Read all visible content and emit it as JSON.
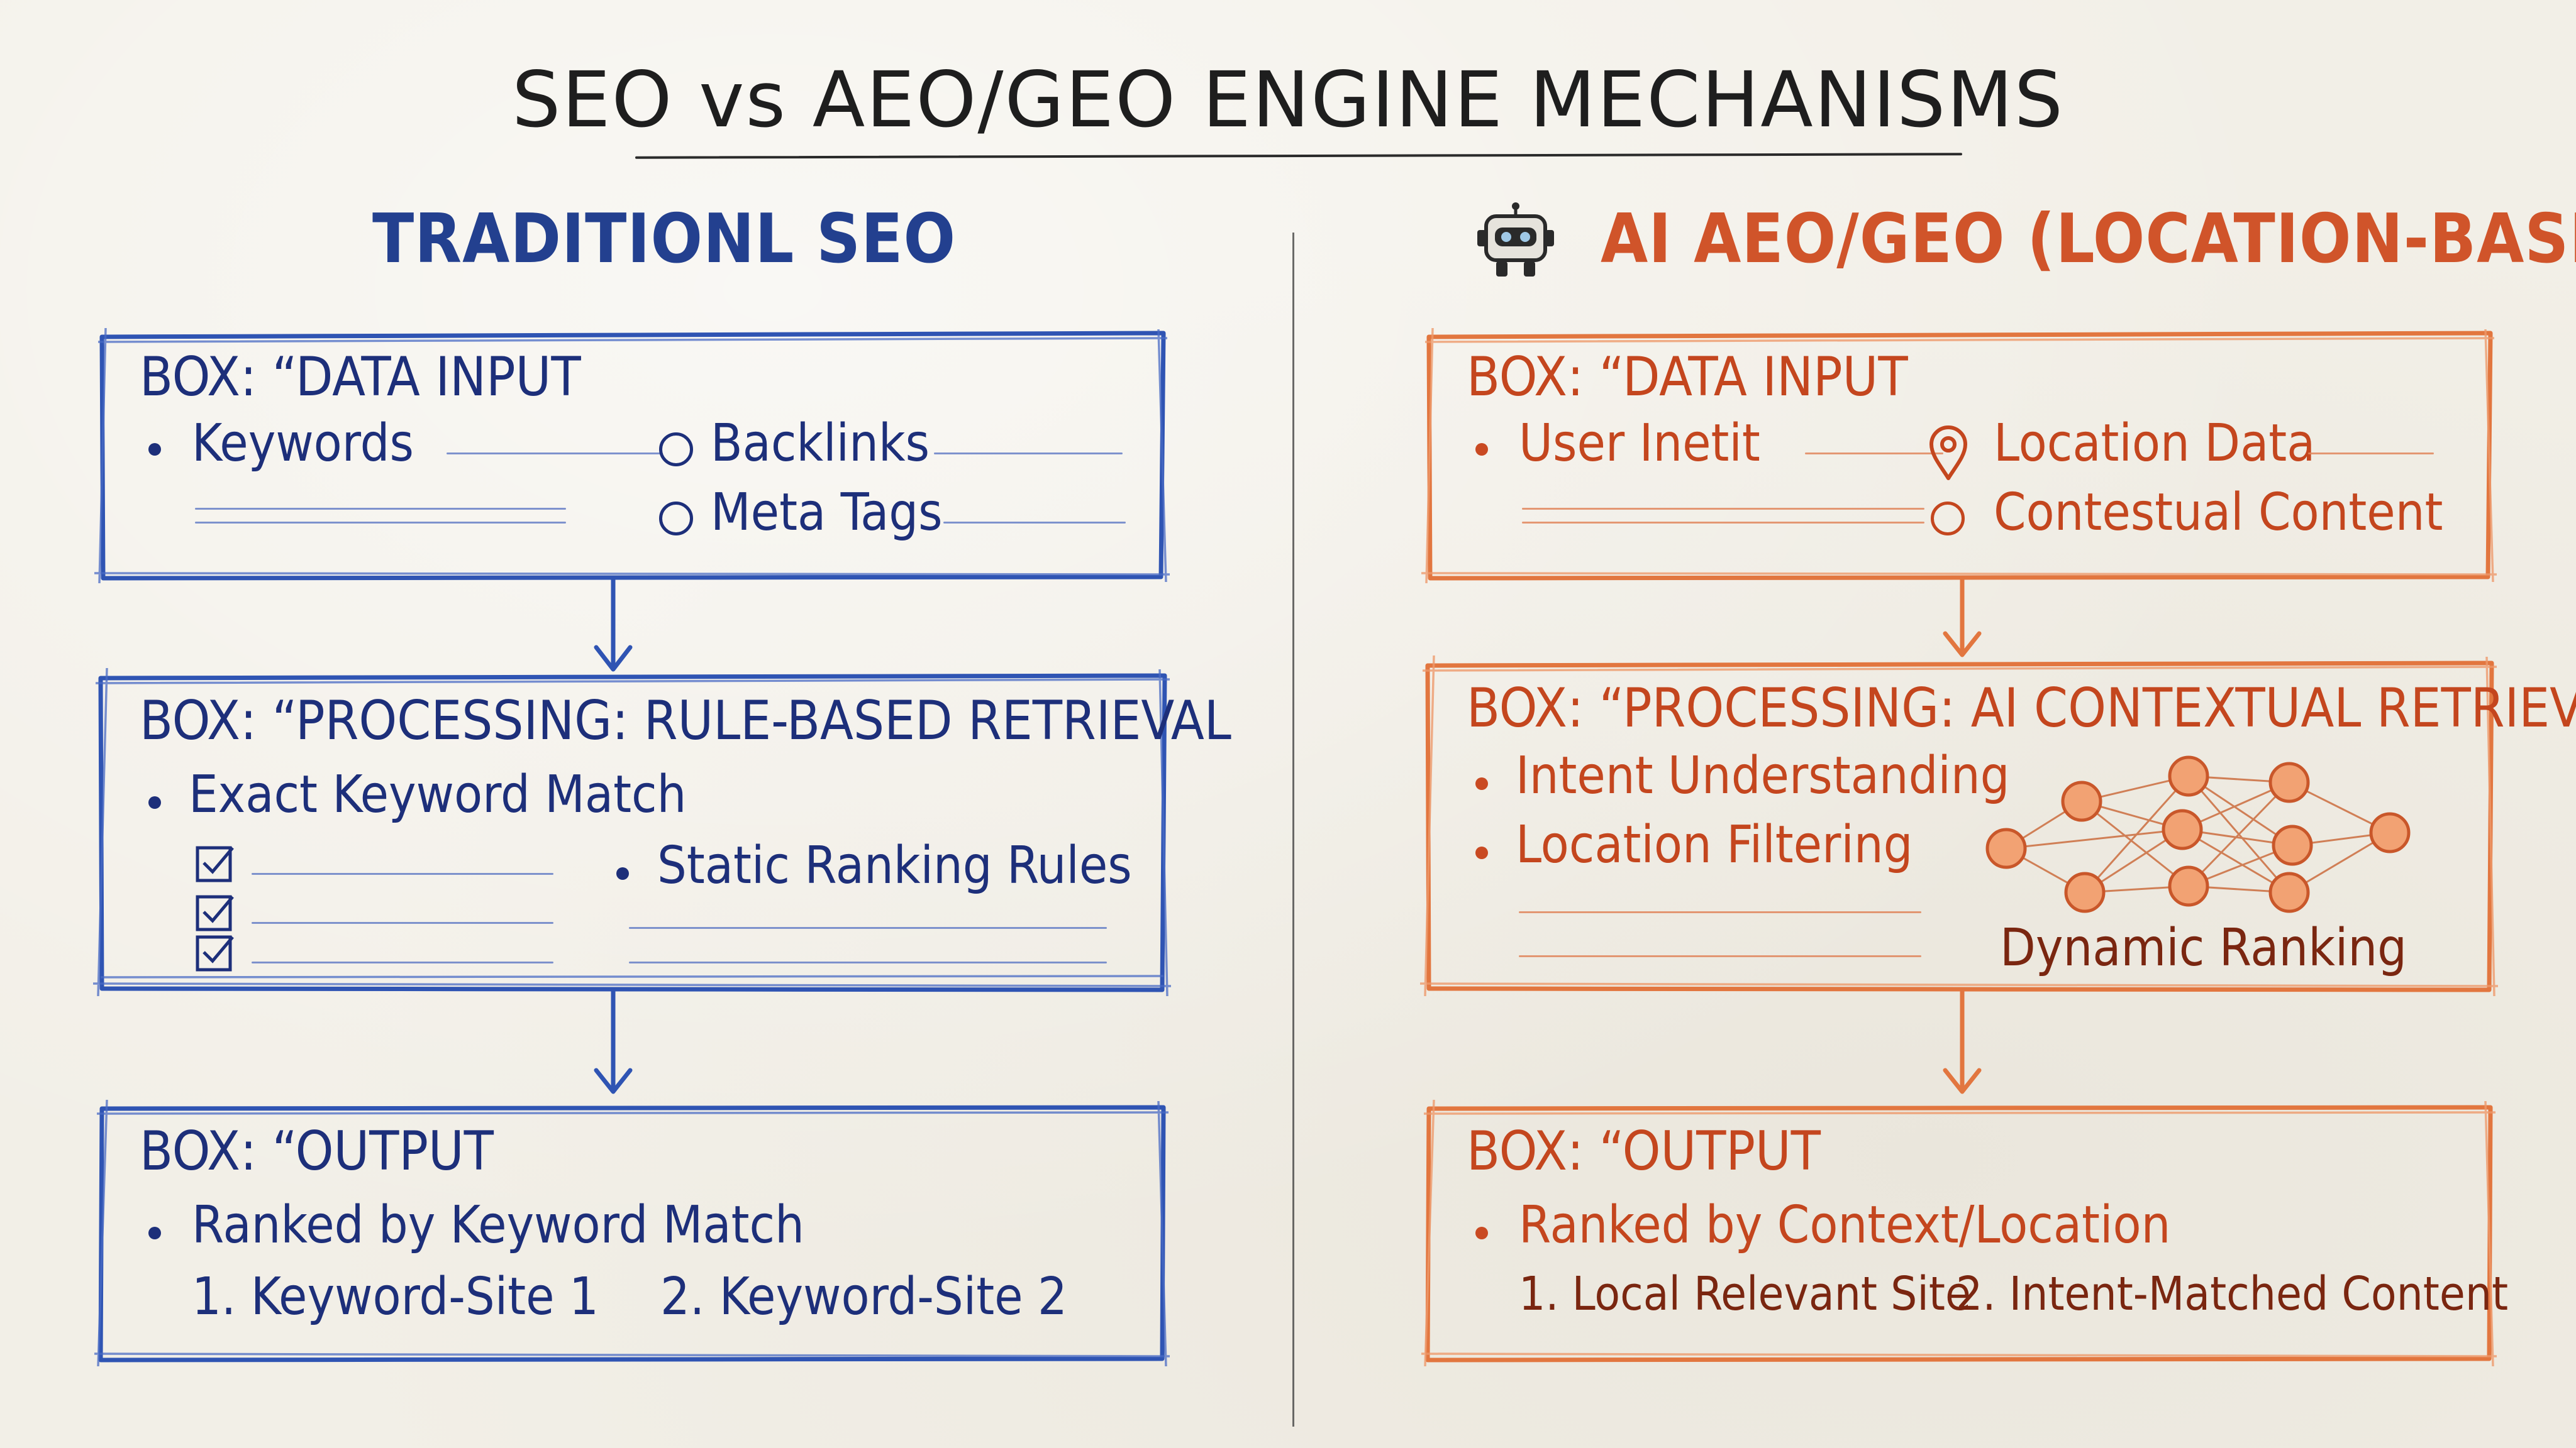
{
  "title": "SEO vs AEO/GEO ENGINE MECHANISMS",
  "colors": {
    "seo": "#23408f",
    "ai": "#d0542a",
    "ink": "#1e1e1e"
  },
  "left": {
    "heading": "TRADITIONL SEO",
    "input": {
      "label": "BOX: “DATA INPUT",
      "item_keywords": "Keywords",
      "item_backlinks": "Backlinks",
      "item_meta": "Meta Tags"
    },
    "processing": {
      "label": "BOX: “PROCESSING: RULE-BASED RETRIEVAL",
      "item_exact": "Exact Keyword Match",
      "item_static": "Static Ranking Rules"
    },
    "output": {
      "label": "BOX: “OUTPUT",
      "item_ranked": "Ranked by Keyword Match",
      "result_1": "1. Keyword-Site 1",
      "result_2": "2. Keyword-Site 2"
    }
  },
  "right": {
    "heading": "AI AEO/GEO (LOCATION-BASED)",
    "icon": "robot-icon",
    "input": {
      "label": "BOX: “DATA INPUT",
      "item_intent": "User Inetit",
      "item_location": "Location Data",
      "item_contextual": "Contestual Content"
    },
    "processing": {
      "label": "BOX: “PROCESSING: AI CONTEXTUAL RETRIEVAL",
      "item_intent": "Intent Understanding",
      "item_location": "Location Filtering",
      "network_caption": "Dynamic Ranking"
    },
    "output": {
      "label": "BOX: “OUTPUT",
      "item_ranked": "Ranked by Context/Location",
      "result_1": "1. Local Relevant Site",
      "result_2": "2. Intent-Matched Content"
    }
  }
}
